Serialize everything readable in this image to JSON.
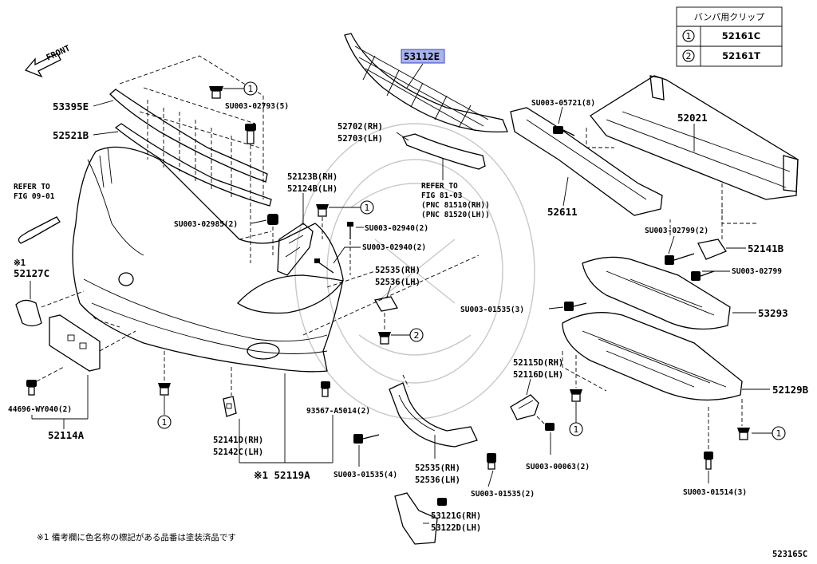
{
  "front_label": "FRONT",
  "table": {
    "header": "バンパ用クリップ",
    "rows": [
      {
        "num": "1",
        "part": "52161C"
      },
      {
        "num": "2",
        "part": "52161T"
      }
    ]
  },
  "labels": {
    "p53112E": "53112E",
    "p53395E": "53395E",
    "p52521B": "52521B",
    "refer1a": "REFER TO",
    "refer1b": "FIG 09-01",
    "mark1": "※1",
    "p52127C": "52127C",
    "su02793": "SU003-02793(5)",
    "su02985": "SU003-02985(2)",
    "p52123B": "52123B(RH)",
    "p52124B": "52124B(LH)",
    "p52702": "52702(RH)",
    "p52703": "52703(LH)",
    "refer2a": "REFER TO",
    "refer2b": "FIG 81-03",
    "refer2c": "(PNC 81510(RH))",
    "refer2d": "(PNC 81520(LH))",
    "su05721": "SU003-05721(8)",
    "p52021": "52021",
    "p52611": "52611",
    "su02940a": "SU003-02940(2)",
    "su02940b": "SU003-02940(2)",
    "p52535a": "52535(RH)",
    "p52536a": "52536(LH)",
    "su02799a": "SU003-02799(2)",
    "p52141B": "52141B",
    "su02799b": "SU003-02799",
    "su01535a": "SU003-01535(3)",
    "p53293": "53293",
    "p52115D": "52115D(RH)",
    "p52116D": "52116D(LH)",
    "p52129B": "52129B",
    "p44696": "44696-WY040(2)",
    "p52114A": "52114A",
    "p93567": "93567-A5014(2)",
    "p52141D": "52141D(RH)",
    "p52142C": "52142C(LH)",
    "p52119A": "※1 52119A",
    "su01535b": "SU003-01535(4)",
    "p52535b": "52535(RH)",
    "p52536b": "52536(LH)",
    "su01535c": "SU003-01535(2)",
    "su00063": "SU003-00063(2)",
    "su01514": "SU003-01514(3)",
    "p53121G": "53121G(RH)",
    "p53122D": "53122D(LH)"
  },
  "callouts": {
    "one": "1",
    "two": "2"
  },
  "footnote": "※1 備考欄に色名称の標記がある品番は塗装済品です",
  "figure_code": "523165C",
  "colors": {
    "highlight": "#a9b3f0",
    "line": "#000000"
  }
}
